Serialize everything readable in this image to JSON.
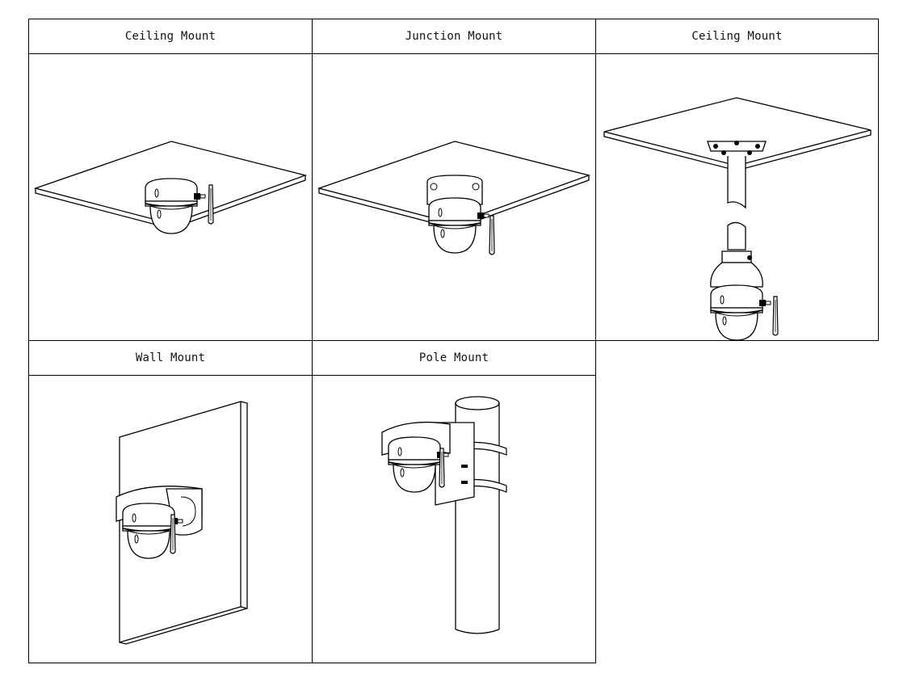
{
  "panels": [
    {
      "label": "Ceiling Mount",
      "illustration": "dome-camera-ceiling-icon"
    },
    {
      "label": "Junction Mount",
      "illustration": "dome-camera-junction-box-icon"
    },
    {
      "label": "Ceiling Mount",
      "illustration": "dome-camera-pendant-icon"
    },
    {
      "label": "Wall Mount",
      "illustration": "dome-camera-wall-icon"
    },
    {
      "label": "Pole Mount",
      "illustration": "dome-camera-pole-icon"
    }
  ],
  "colors": {
    "line": "#000000",
    "background": "#ffffff"
  }
}
